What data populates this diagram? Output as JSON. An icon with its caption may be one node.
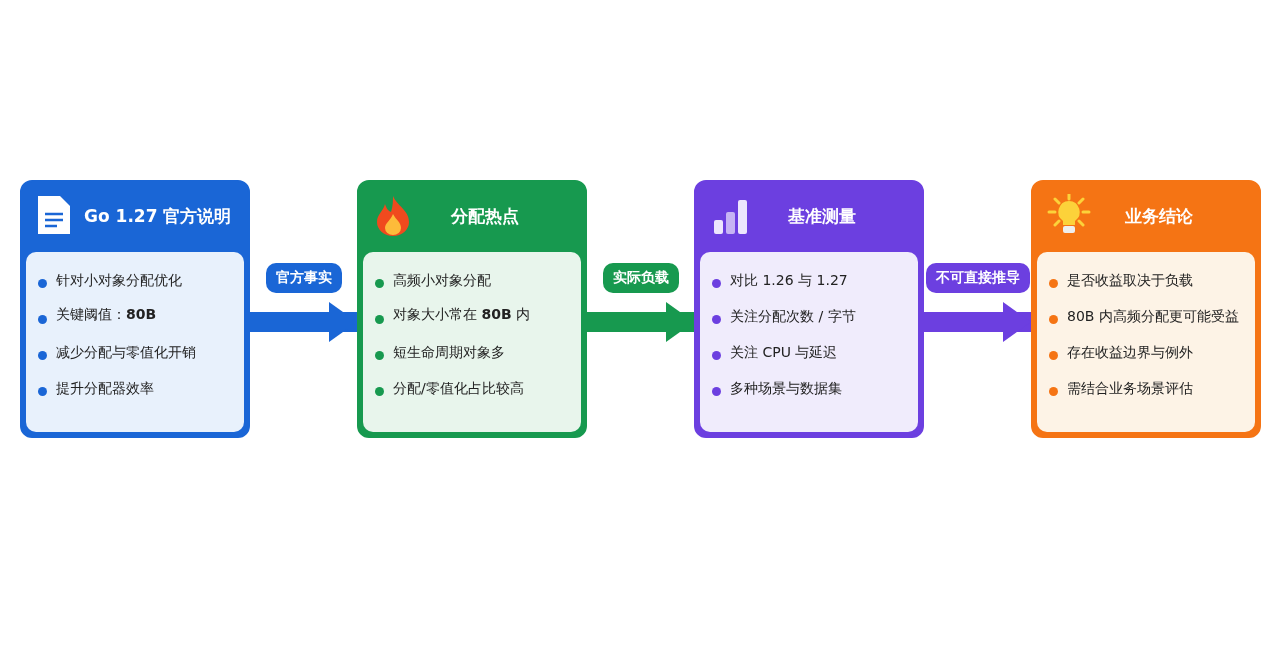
{
  "diagram": {
    "nodes": [
      {
        "text": [
          "Go 1.27 官方说明",
          "针对小对象分配优化",
          "关键阈值：**80B**",
          "减少分配与零值化开销",
          "提升分配器效率"
        ]
      },
      {
        "text": [
          "分配热点",
          "高频小对象分配",
          "对象大小常在 **80B** 内",
          "短生命周期对象多",
          "分配/零值化占比较高"
        ]
      },
      {
        "text": [
          "基准测量",
          "对比 1.26 与 1.27",
          "关注分配次数 / 字节",
          "关注 CPU 与延迟",
          "多种场景与数据集"
        ]
      },
      {
        "text": [
          "业务结论",
          "是否收益取决于负载",
          "80B 内高频分配更可能受益",
          "存在收益边界与例外",
          "需结合业务场景评估"
        ]
      }
    ],
    "edges": [
      {
        "from": 0,
        "to": 1,
        "arrow": "to",
        "label": "官方事实",
        "color": "#1a66d6"
      },
      {
        "from": 1,
        "to": 2,
        "arrow": "to",
        "label": "实际负载",
        "color": "#17994f"
      },
      {
        "from": 2,
        "to": 3,
        "arrow": "to",
        "label": "不可直接推导",
        "color": "#6c3fe0"
      }
    ]
  }
}
